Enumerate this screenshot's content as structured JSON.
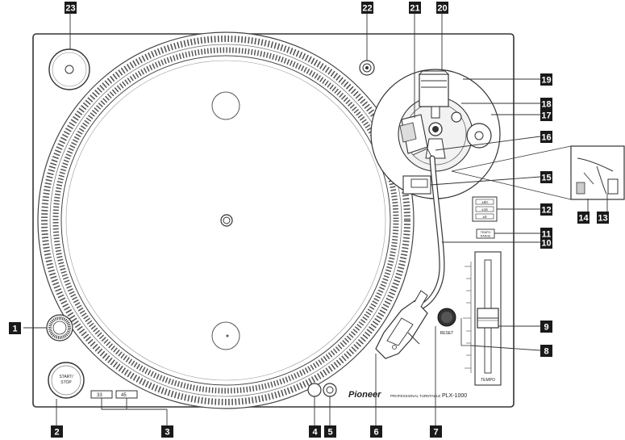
{
  "callouts": [
    {
      "n": "1"
    },
    {
      "n": "2"
    },
    {
      "n": "3"
    },
    {
      "n": "4"
    },
    {
      "n": "5"
    },
    {
      "n": "6"
    },
    {
      "n": "7"
    },
    {
      "n": "8"
    },
    {
      "n": "9"
    },
    {
      "n": "10"
    },
    {
      "n": "11"
    },
    {
      "n": "12"
    },
    {
      "n": "13"
    },
    {
      "n": "14"
    },
    {
      "n": "15"
    },
    {
      "n": "16"
    },
    {
      "n": "17"
    },
    {
      "n": "18"
    },
    {
      "n": "19"
    },
    {
      "n": "20"
    },
    {
      "n": "21"
    },
    {
      "n": "22"
    },
    {
      "n": "23"
    }
  ],
  "labels": {
    "start_stop_1": "START/",
    "start_stop_2": "STOP",
    "speed_33": "33",
    "speed_45": "45",
    "reset": "RESET",
    "tempo": "TEMPO",
    "tempo_range_1": "TEMPO",
    "tempo_range_2": "RANGE",
    "range_a": "±50",
    "range_b": "±16",
    "range_c": "±8",
    "brand": "Pioneer",
    "model_prefix": "PROFESSIONAL TURNTABLE",
    "model": "PLX-1000"
  }
}
